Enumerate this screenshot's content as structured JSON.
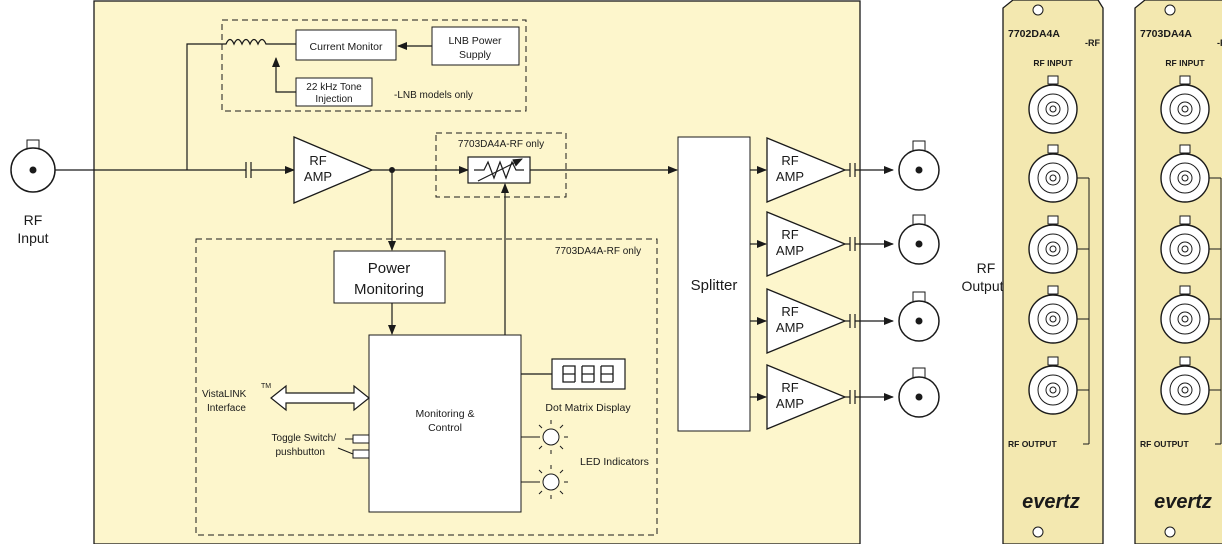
{
  "colors": {
    "board_fill": "#fdf6cc",
    "panel_fill": "#f3e8b0",
    "stroke": "#1a1a1a",
    "white": "#ffffff"
  },
  "input": {
    "label_line1": "RF",
    "label_line2": "Input"
  },
  "lnb": {
    "current_monitor": "Current Monitor",
    "power_supply_line1": "LNB Power",
    "power_supply_line2": "Supply",
    "tone_line1": "22 kHz Tone",
    "tone_line2": "Injection",
    "models_note": "-LNB models only"
  },
  "rf_amp": {
    "line1": "RF",
    "line2": "AMP"
  },
  "attenuator_note": "7703DA4A-RF only",
  "monitor_section": {
    "note": "7703DA4A-RF only",
    "power_line1": "Power",
    "power_line2": "Monitoring",
    "control_line1": "Monitoring &",
    "control_line2": "Control",
    "vistalink_line1": "VistaLINK",
    "vistalink_tm": "TM",
    "vistalink_line2": "Interface",
    "toggle_line1": "Toggle Switch/",
    "toggle_line2": "pushbutton",
    "dot_matrix": "Dot Matrix Display",
    "led": "LED Indicators"
  },
  "splitter": "Splitter",
  "outputs": {
    "label_line1": "RF",
    "label_line2": "Outputs"
  },
  "panels": [
    {
      "title_line1": "7702DA4A",
      "title_line2": "-RF",
      "rf_input": "RF INPUT",
      "rf_output": "RF OUTPUT",
      "logo": "evertz"
    },
    {
      "title_line1": "7703DA4A",
      "title_line2": "-RF",
      "rf_input": "RF INPUT",
      "rf_output": "RF OUTPUT",
      "logo": "evertz"
    }
  ]
}
